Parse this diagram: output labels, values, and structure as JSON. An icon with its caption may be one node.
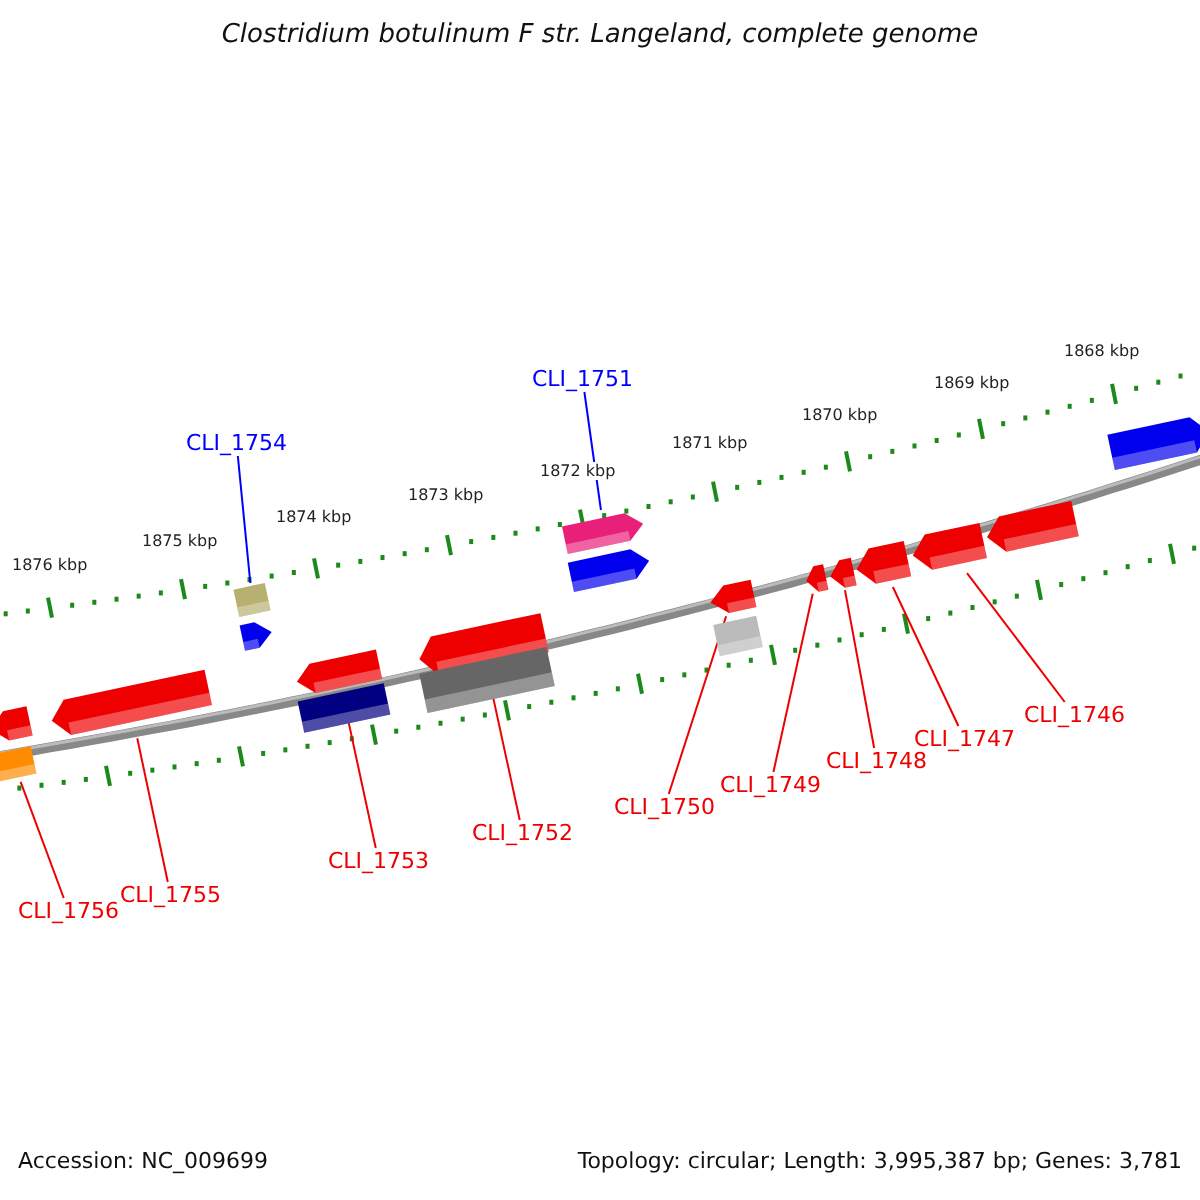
{
  "diagram": {
    "title": "Clostridium botulinum F str. Langeland, complete genome",
    "nodes": [
      {
        "text": [
          "CLI_1754"
        ]
      },
      {
        "text": [
          "CLI_1751"
        ]
      },
      {
        "text": [
          "CLI_1756"
        ]
      },
      {
        "text": [
          "CLI_1755"
        ]
      },
      {
        "text": [
          "CLI_1753"
        ]
      },
      {
        "text": [
          "CLI_1752"
        ]
      },
      {
        "text": [
          "CLI_1750"
        ]
      },
      {
        "text": [
          "CLI_1749"
        ]
      },
      {
        "text": [
          "CLI_1748"
        ]
      },
      {
        "text": [
          "CLI_1747"
        ]
      },
      {
        "text": [
          "CLI_1746"
        ]
      },
      {
        "text": [],
        "shape": "box"
      },
      {
        "text": [],
        "shape": "arrow"
      },
      {
        "text": [],
        "shape": "box"
      },
      {
        "text": [],
        "shape": "arrow"
      },
      {
        "text": [],
        "shape": "arrow"
      },
      {
        "text": [],
        "shape": "arrow"
      },
      {
        "text": [],
        "shape": "arrow"
      },
      {
        "text": [],
        "shape": "arrow"
      },
      {
        "text": [],
        "shape": "arrow"
      },
      {
        "text": [],
        "shape": "arrow"
      },
      {
        "text": [],
        "shape": "arrow"
      },
      {
        "text": [],
        "shape": "arrow"
      },
      {
        "text": [],
        "shape": "arrow"
      },
      {
        "text": [],
        "shape": "arrow"
      },
      {
        "text": [],
        "shape": "arrow"
      },
      {
        "text": [],
        "shape": "box"
      },
      {
        "text": [],
        "shape": "box"
      },
      {
        "text": [],
        "shape": "box"
      },
      {
        "text": [],
        "shape": "arrow"
      }
    ],
    "edges": [
      {
        "from": 0,
        "to": 11,
        "arrow": "none",
        "color": "#0000ff"
      },
      {
        "from": 1,
        "to": 12,
        "arrow": "none",
        "color": "#0000ff"
      },
      {
        "from": 2,
        "to": 13,
        "arrow": "none"
      },
      {
        "from": 3,
        "to": 14,
        "arrow": "none"
      },
      {
        "from": 4,
        "to": 15,
        "arrow": "none"
      },
      {
        "from": 5,
        "to": 16,
        "arrow": "none"
      },
      {
        "from": 6,
        "to": 17,
        "arrow": "none"
      },
      {
        "from": 7,
        "to": 18,
        "arrow": "none"
      },
      {
        "from": 8,
        "to": 19,
        "arrow": "none"
      },
      {
        "from": 9,
        "to": 20,
        "arrow": "none"
      },
      {
        "from": 10,
        "to": 21,
        "arrow": "none"
      }
    ],
    "labels": [
      "1876 kbp",
      "1875 kbp",
      "1874 kbp",
      "1873 kbp",
      "1872 kbp",
      "1871 kbp",
      "1870 kbp",
      "1869 kbp",
      "1868 kbp",
      "Accession: NC_009699",
      "Topology: circular; Length: 3,995,387 bp; Genes: 3,781"
    ]
  }
}
